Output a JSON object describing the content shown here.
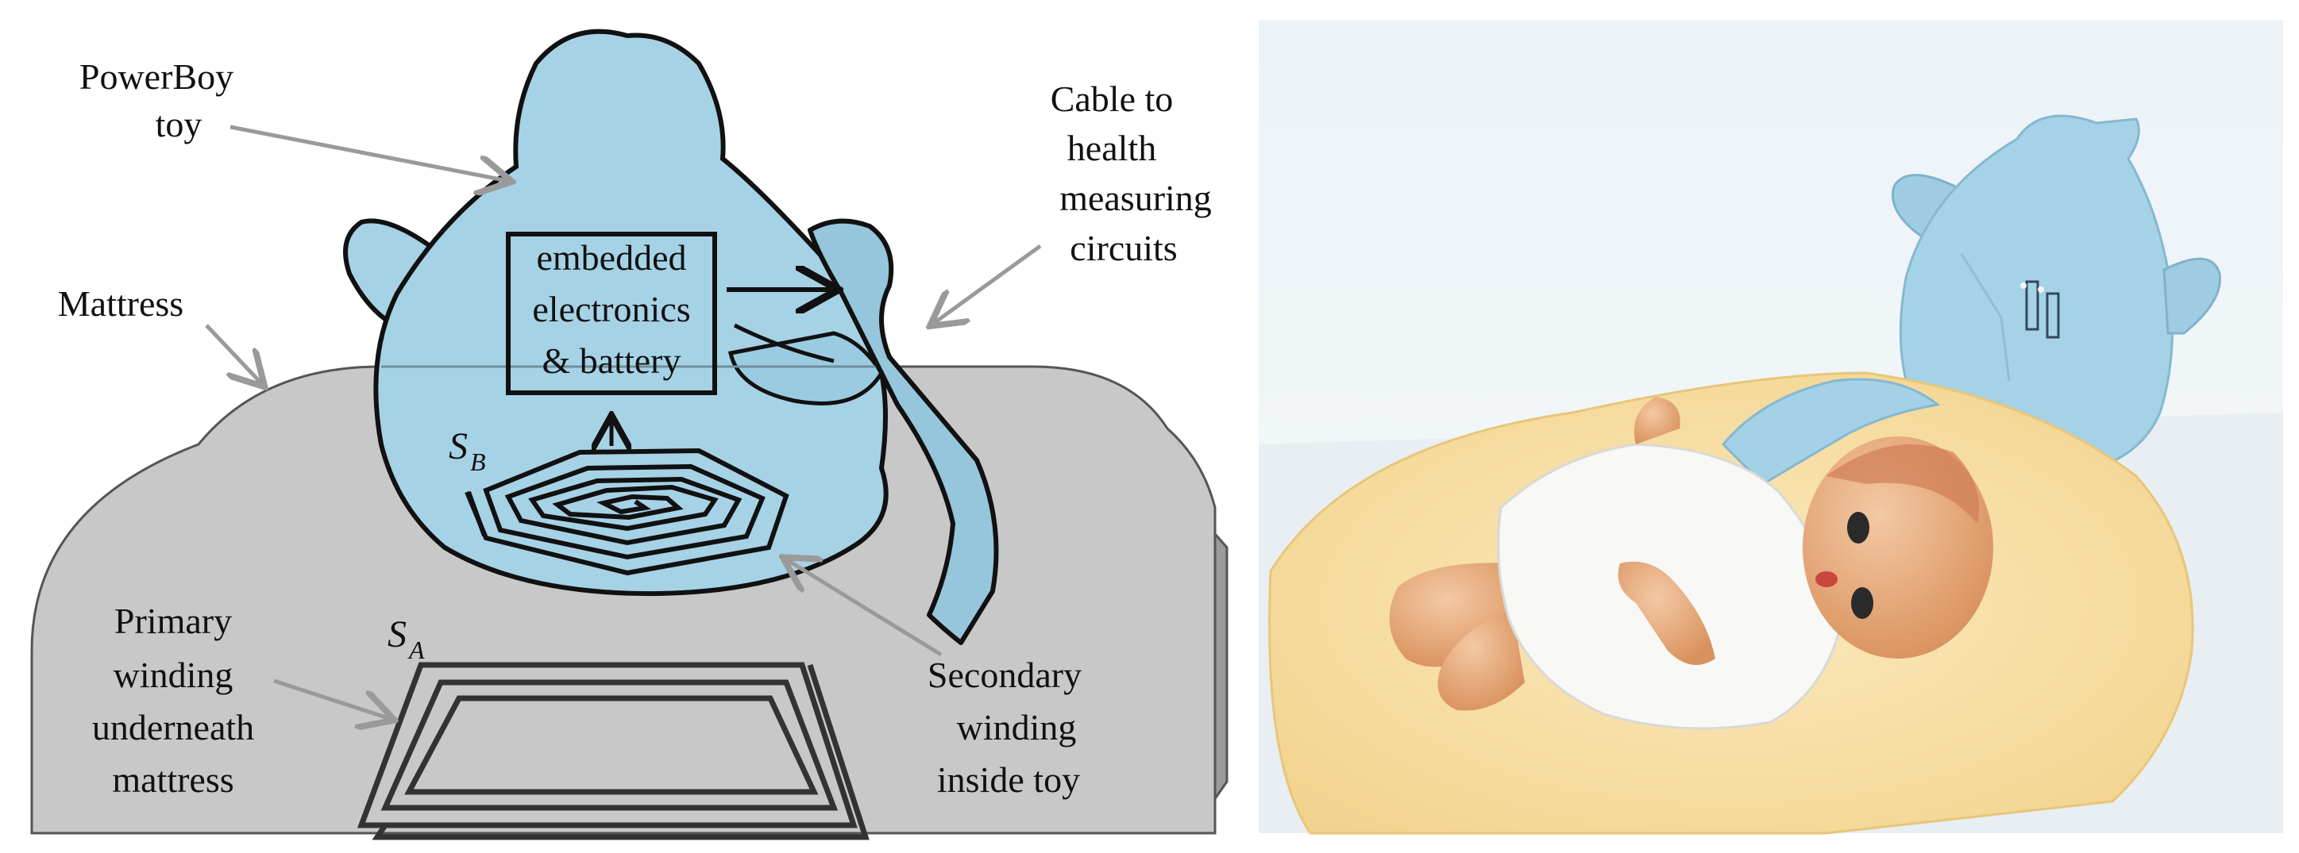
{
  "diagram": {
    "labels": {
      "toy_name": [
        "PowerBoy",
        "toy"
      ],
      "cable": [
        "Cable to",
        "health",
        "measuring",
        "circuits"
      ],
      "mattress": [
        "Mattress"
      ],
      "electronics": [
        "embedded",
        "electronics",
        "& battery"
      ],
      "primary": [
        "Primary",
        "winding",
        "underneath",
        "mattress"
      ],
      "secondary": [
        "Secondary",
        "winding",
        "inside toy"
      ],
      "symbol_a": "S",
      "symbol_a_sub": "A",
      "symbol_b": "S",
      "symbol_b_sub": "B"
    },
    "colors": {
      "mattress_fill": "#c8c8c8",
      "mattress_side": "#9a9a9a",
      "toy_fill": "#a6d2e6",
      "toy_outline": "#111111",
      "callout_arrow": "#9a9a9a",
      "winding": "#333333"
    },
    "icons": [
      "powerboy-toy-illustration",
      "mattress-illustration",
      "primary-coil",
      "secondary-coil",
      "cable"
    ]
  },
  "photo": {
    "subjects": [
      "baby-doll",
      "blue-plush-toy",
      "yellow-towel"
    ]
  }
}
